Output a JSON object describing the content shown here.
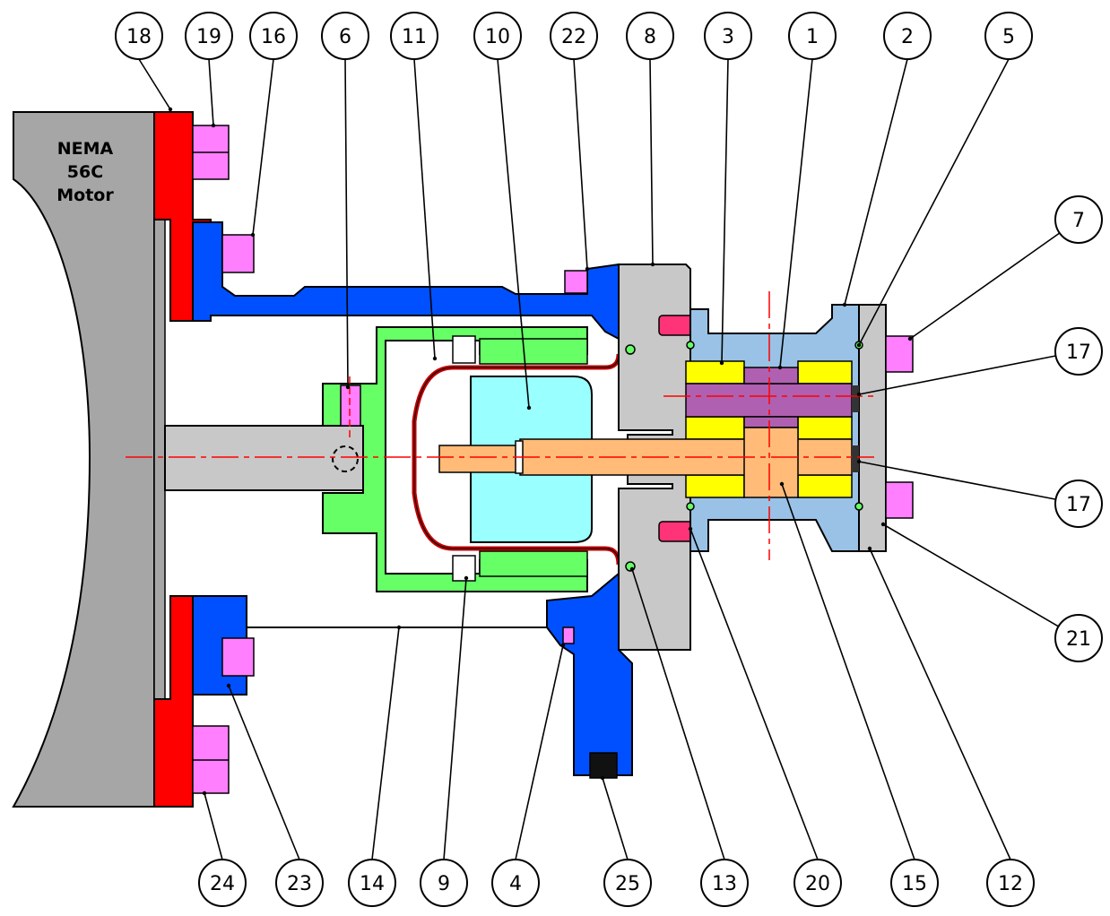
{
  "motor_label": {
    "line1": "NEMA",
    "line2": "56C",
    "line3": "Motor"
  },
  "balloons": {
    "top": [
      "18",
      "19",
      "16",
      "6",
      "11",
      "10",
      "22",
      "8",
      "3",
      "1",
      "2",
      "5"
    ],
    "right": [
      "7",
      "17",
      "17",
      "21"
    ],
    "bottom": [
      "24",
      "23",
      "14",
      "9",
      "4",
      "25",
      "13",
      "20",
      "15",
      "12"
    ]
  },
  "colors": {
    "motor": "#a6a6a6",
    "adapter": "#ff0000",
    "bracket": "#0050ff",
    "fastener": "#ff7fff",
    "drive_magnet": "#66ff66",
    "driven_magnet": "#99ffff",
    "can": "#c00000",
    "housing": "#c8c8c8",
    "pump_body": "#99c2e6",
    "gear": "#ffff00",
    "shaft": "#ffbb77",
    "bushing": "#b060b0",
    "oring": "#ff3377",
    "centerline": "#ff0000"
  }
}
